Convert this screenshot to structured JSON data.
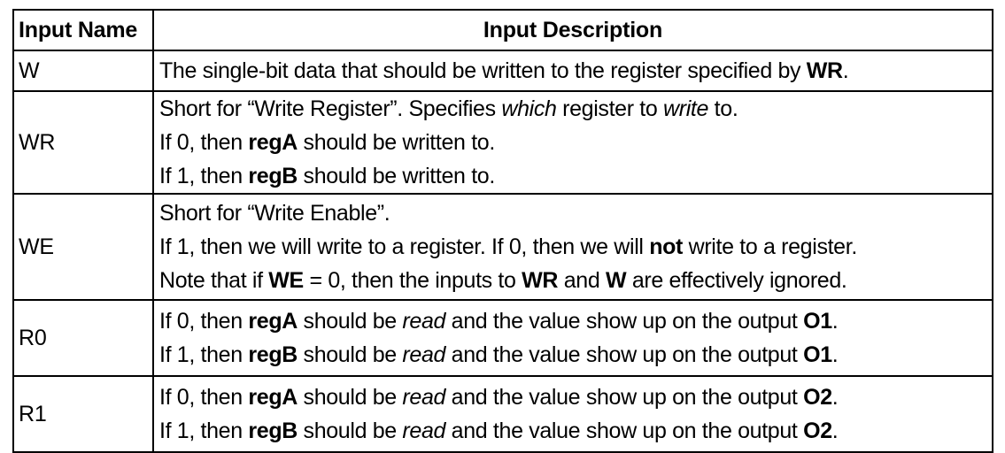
{
  "table": {
    "headers": {
      "name": "Input Name",
      "description": "Input Description"
    },
    "rows": [
      {
        "name": "W",
        "lines": [
          [
            {
              "t": "The single-bit data that should be written to the register specified by ",
              "s": "normal"
            },
            {
              "t": "WR",
              "s": "bold"
            },
            {
              "t": ".",
              "s": "normal"
            }
          ]
        ]
      },
      {
        "name": "WR",
        "lines": [
          [
            {
              "t": "Short for “Write Register”. Specifies ",
              "s": "normal"
            },
            {
              "t": "which",
              "s": "italic"
            },
            {
              "t": " register to ",
              "s": "normal"
            },
            {
              "t": "write",
              "s": "italic"
            },
            {
              "t": " to.",
              "s": "normal"
            }
          ],
          [
            {
              "t": "If 0, then ",
              "s": "normal"
            },
            {
              "t": "regA",
              "s": "bold"
            },
            {
              "t": " should be written to.",
              "s": "normal"
            }
          ],
          [
            {
              "t": "If 1, then ",
              "s": "normal"
            },
            {
              "t": "regB",
              "s": "bold"
            },
            {
              "t": " should be written to.",
              "s": "normal"
            }
          ]
        ]
      },
      {
        "name": "WE",
        "lines": [
          [
            {
              "t": "Short for “Write Enable”.",
              "s": "normal"
            }
          ],
          [
            {
              "t": "If 1, then we will write to a register. If 0, then we will ",
              "s": "normal"
            },
            {
              "t": "not",
              "s": "bold"
            },
            {
              "t": " write to a register.",
              "s": "normal"
            }
          ],
          [
            {
              "t": "Note that if ",
              "s": "normal"
            },
            {
              "t": "WE",
              "s": "bold"
            },
            {
              "t": " = 0, then the inputs to ",
              "s": "normal"
            },
            {
              "t": "WR",
              "s": "bold"
            },
            {
              "t": " and ",
              "s": "normal"
            },
            {
              "t": "W",
              "s": "bold"
            },
            {
              "t": " are effectively ignored.",
              "s": "normal"
            }
          ]
        ]
      },
      {
        "name": "R0",
        "lines": [
          [
            {
              "t": "If 0, then ",
              "s": "normal"
            },
            {
              "t": "regA",
              "s": "bold"
            },
            {
              "t": " should be ",
              "s": "normal"
            },
            {
              "t": "read",
              "s": "italic"
            },
            {
              "t": " and the value show up on the output ",
              "s": "normal"
            },
            {
              "t": "O1",
              "s": "bold"
            },
            {
              "t": ".",
              "s": "normal"
            }
          ],
          [
            {
              "t": "If 1, then ",
              "s": "normal"
            },
            {
              "t": "regB",
              "s": "bold"
            },
            {
              "t": " should be ",
              "s": "normal"
            },
            {
              "t": "read",
              "s": "italic"
            },
            {
              "t": " and the value show up on the output ",
              "s": "normal"
            },
            {
              "t": "O1",
              "s": "bold"
            },
            {
              "t": ".",
              "s": "normal"
            }
          ]
        ]
      },
      {
        "name": "R1",
        "lines": [
          [
            {
              "t": "If 0, then ",
              "s": "normal"
            },
            {
              "t": "regA",
              "s": "bold"
            },
            {
              "t": " should be ",
              "s": "normal"
            },
            {
              "t": "read",
              "s": "italic"
            },
            {
              "t": " and the value show up on the output ",
              "s": "normal"
            },
            {
              "t": "O2",
              "s": "bold"
            },
            {
              "t": ".",
              "s": "normal"
            }
          ],
          [
            {
              "t": "If 1, then ",
              "s": "normal"
            },
            {
              "t": "regB",
              "s": "bold"
            },
            {
              "t": " should be ",
              "s": "normal"
            },
            {
              "t": "read",
              "s": "italic"
            },
            {
              "t": " and the value show up on the output ",
              "s": "normal"
            },
            {
              "t": "O2",
              "s": "bold"
            },
            {
              "t": ".",
              "s": "normal"
            }
          ]
        ]
      }
    ]
  },
  "colors": {
    "border": "#000000",
    "text": "#000000",
    "background": "#ffffff"
  }
}
